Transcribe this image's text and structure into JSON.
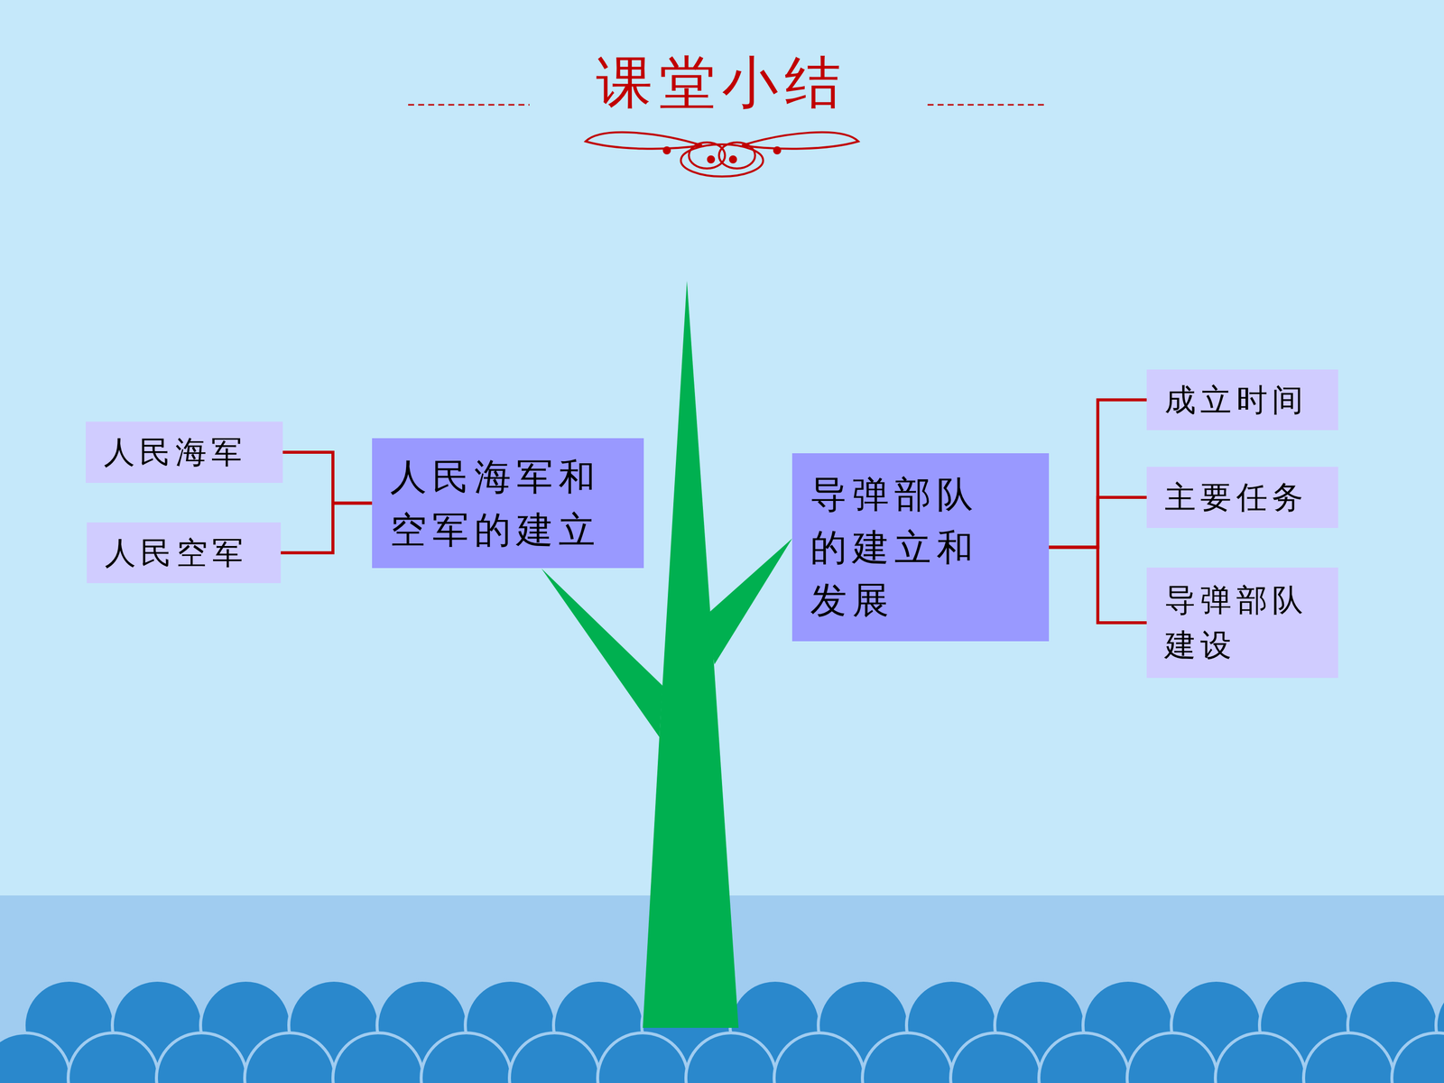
{
  "diagram": {
    "title": "课堂小结",
    "nodes": [
      {
        "text": [
          "人民海军"
        ]
      },
      {
        "text": [
          "人民空军"
        ]
      },
      {
        "text": [
          "人民海军和空军的建立"
        ]
      },
      {
        "text": [
          "导弹部队的建立和发展"
        ]
      },
      {
        "text": [
          "成立时间"
        ]
      },
      {
        "text": [
          "主要任务"
        ]
      },
      {
        "text": [
          "导弹部队建设"
        ]
      }
    ],
    "edges": [
      {
        "from": 2,
        "to": 0,
        "arrow": "none"
      },
      {
        "from": 2,
        "to": 1,
        "arrow": "none"
      },
      {
        "from": 3,
        "to": 4,
        "arrow": "none"
      },
      {
        "from": 3,
        "to": 5,
        "arrow": "none"
      },
      {
        "from": 3,
        "to": 6,
        "arrow": "none"
      }
    ]
  }
}
